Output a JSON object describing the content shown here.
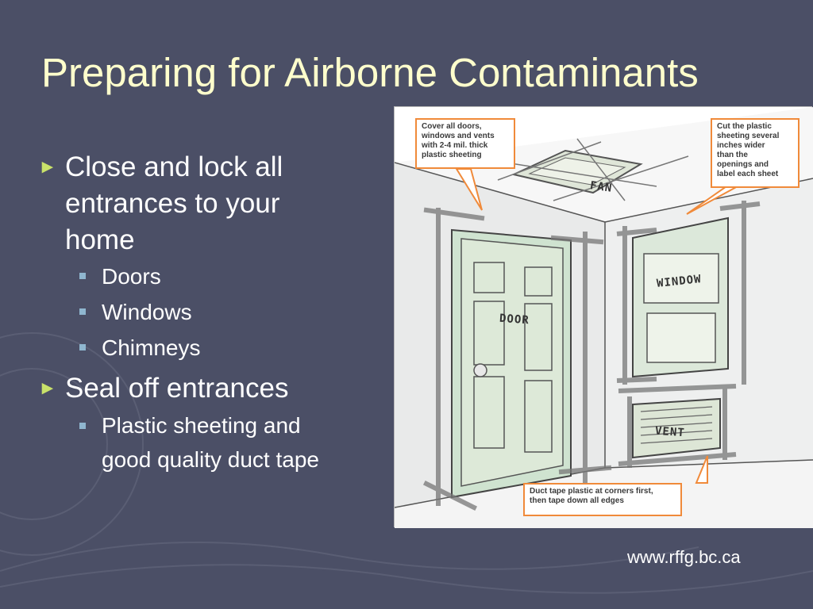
{
  "slide": {
    "title": "Preparing for Airborne Contaminants",
    "bullets": [
      {
        "text": "Close and lock all entrances to your home",
        "lines": [
          "Close and lock all",
          "entrances to your",
          "home"
        ],
        "sub": [
          "Doors",
          "Windows",
          "Chimneys"
        ]
      },
      {
        "text": "Seal off entrances",
        "sub_lines": [
          "Plastic sheeting and",
          "good quality duct tape"
        ]
      }
    ],
    "footer": "www.rffg.bc.ca"
  },
  "figure": {
    "callouts": {
      "top_left": [
        "Cover all doors,",
        "windows and vents",
        "with 2-4 mil. thick",
        "plastic sheeting"
      ],
      "top_right": [
        "Cut the plastic",
        "sheeting several",
        "inches wider",
        "than the",
        "openings and",
        "label each sheet"
      ],
      "bottom": [
        "Duct tape plastic at corners first,",
        "then tape down all edges"
      ]
    },
    "labels": {
      "fan": "FAN",
      "door": "DOOR",
      "window": "WINDOW",
      "vent": "VENT"
    }
  },
  "colors": {
    "background": "#4b4f66",
    "title": "#ffffcc",
    "bullet_arrow": "#c9e26a",
    "sub_bullet": "#8fb6cf",
    "callout_border": "#f08a3a"
  }
}
